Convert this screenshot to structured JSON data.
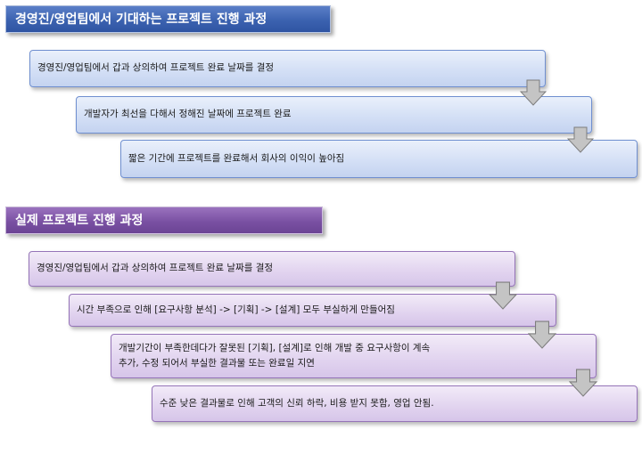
{
  "section1": {
    "title": "경영진/영업팀에서 기대하는 프로젝트 진행 과정",
    "steps": [
      "경영진/영업팀에서 갑과 상의하여 프로젝트 완료 날짜를 결정",
      "개발자가 최선을 다해서 정해진 날짜에 프로젝트 완료",
      "짧은 기간에 프로젝트를 완료해서 회사의 이익이 높아짐"
    ]
  },
  "section2": {
    "title": "실제 프로젝트 진행 과정",
    "steps": [
      "경영진/영업팀에서 갑과 상의하여 프로젝트 완료 날짜를 결정",
      "시간 부족으로 인해 [요구사항 분석] -> [기획] -> [설계] 모두 부실하게 만들어짐",
      "개발기간이 부족한데다가 잘못된 [기획], [설계]로 인해 개발 중 요구사항이 계속\n추가, 수정 되어서 부실한 결과물 또는 완료일 지연",
      "수준 낮은 결과물로 인해 고객의 신뢰 하락, 비용 받지 못함, 영업 안됨."
    ]
  },
  "colors": {
    "banner_blue": "#3b62b0",
    "banner_purple": "#7a51a3",
    "step_blue": "#d2def5",
    "step_purple": "#e1d3ef",
    "arrow_gray": "#bfbfbf"
  },
  "icons": {
    "connector": "down-arrow-icon"
  }
}
